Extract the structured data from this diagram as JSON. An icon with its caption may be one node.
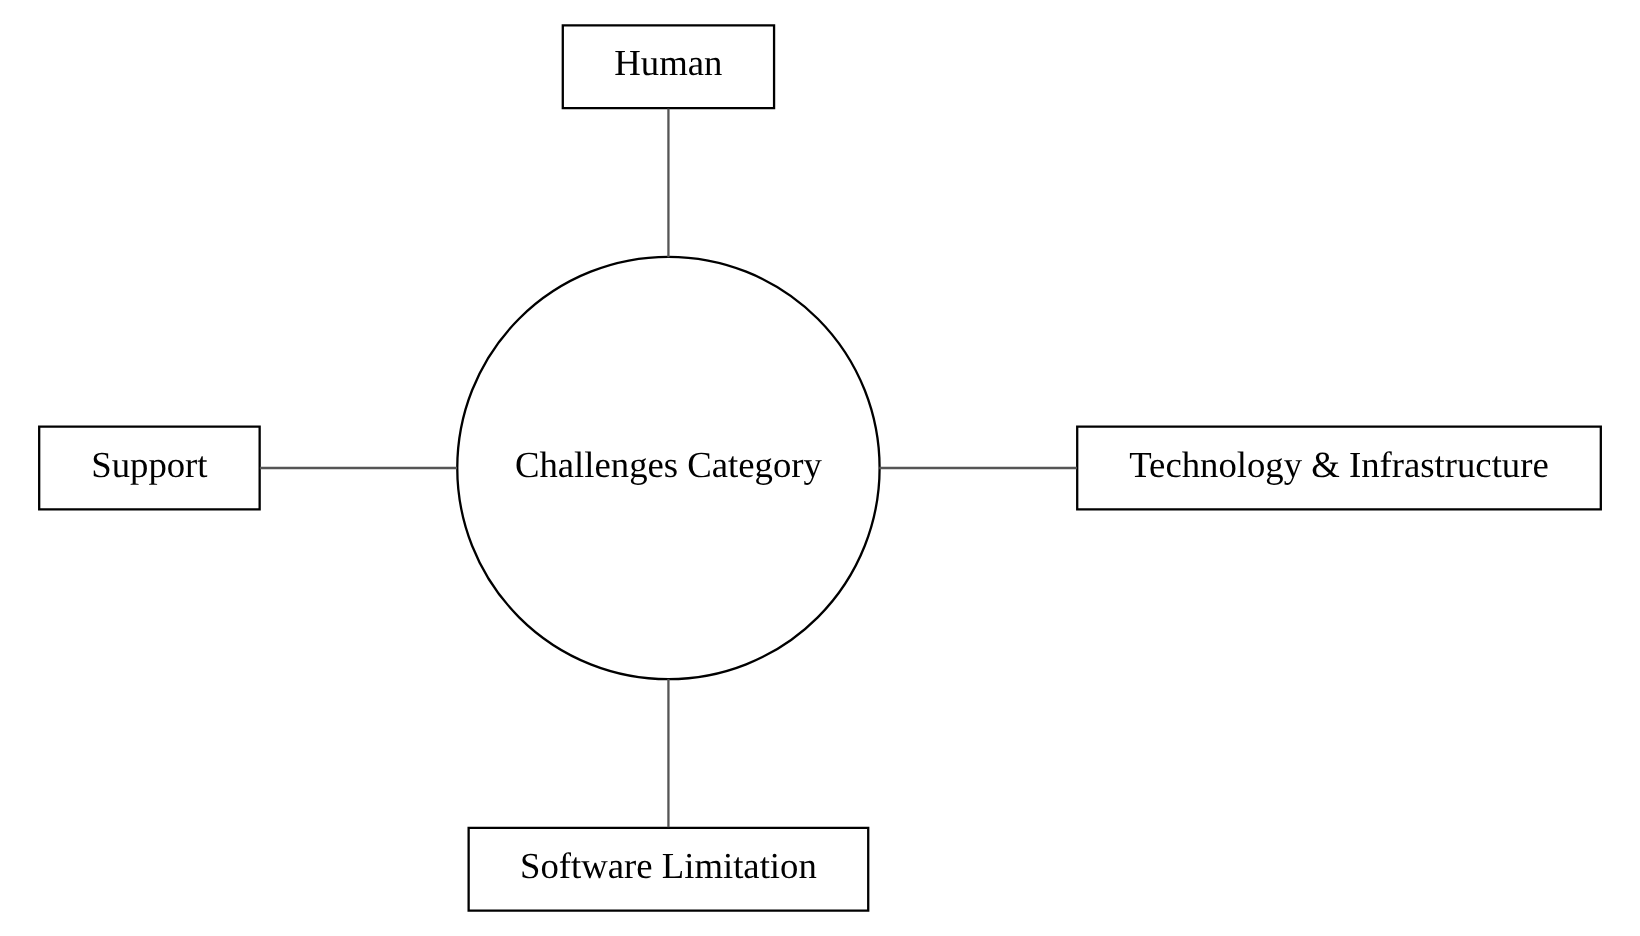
{
  "diagram": {
    "nodes": [
      {
        "text": [
          "Human"
        ]
      },
      {
        "text": [
          "Challenges Category"
        ]
      },
      {
        "text": [
          "Support"
        ]
      },
      {
        "text": [
          "Technology & Infrastructure"
        ]
      },
      {
        "text": [
          "Software Limitation"
        ]
      }
    ],
    "edges": [
      {
        "from": 0,
        "to": 1,
        "arrow": "none"
      },
      {
        "from": 2,
        "to": 1,
        "arrow": "none"
      },
      {
        "from": 1,
        "to": 3,
        "arrow": "none"
      },
      {
        "from": 1,
        "to": 4,
        "arrow": "none"
      }
    ]
  }
}
